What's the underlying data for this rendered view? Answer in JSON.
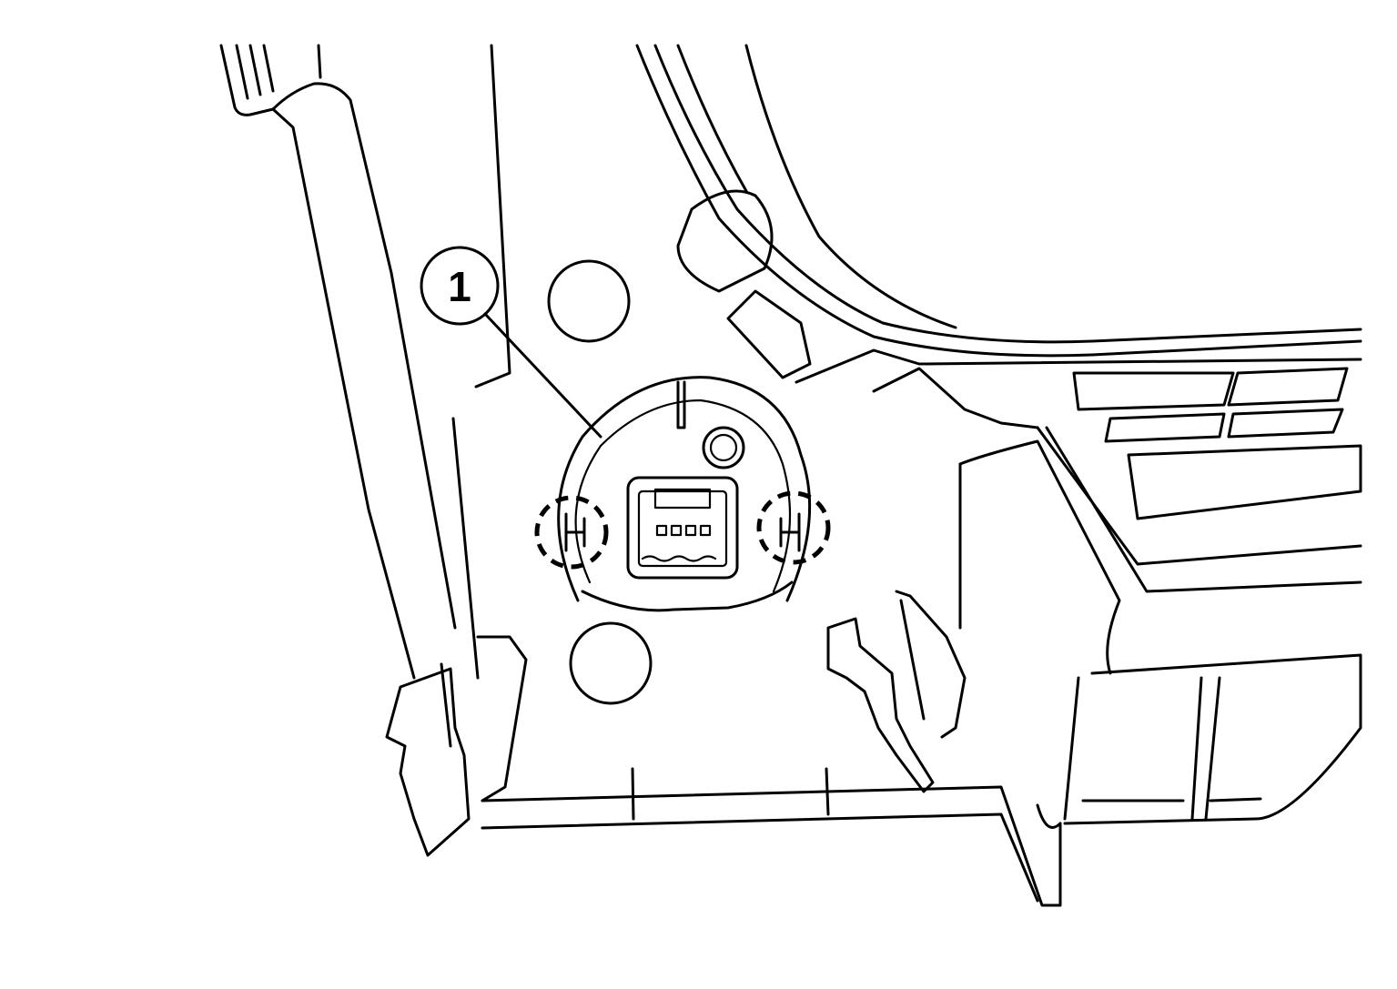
{
  "diagram": {
    "type": "technical-line-drawing",
    "background_color": "#ffffff",
    "line_color": "#000000",
    "callouts": [
      {
        "id": "callout-1",
        "label": "1",
        "points_to": "connector"
      }
    ],
    "components": [
      "trim-panel-left-pillar",
      "connector-with-clip-ring",
      "locking-tabs-dashed-circles",
      "mounting-clips",
      "vent-grille-right",
      "round-holes"
    ]
  }
}
